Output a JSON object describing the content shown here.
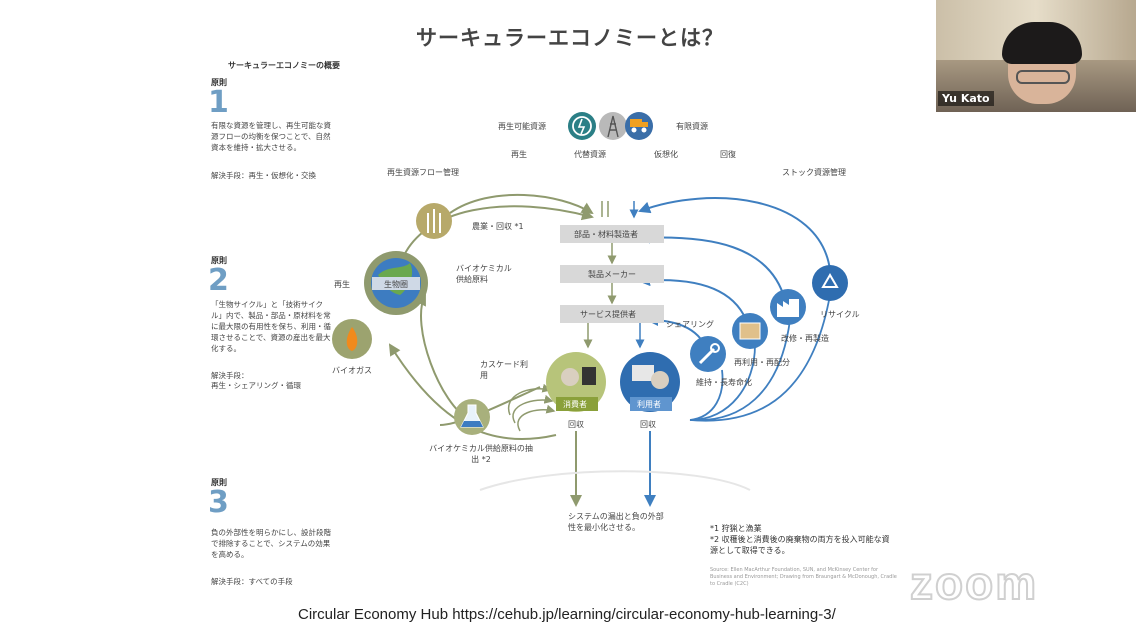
{
  "slide": {
    "title": "サーキュラーエコノミーとは？",
    "footer_caption": "Circular Economy Hub https://cehub.jp/learning/circular-economy-hub-learning-3/"
  },
  "webcam": {
    "participant_name": "Yu Kato"
  },
  "watermark": {
    "text": "zoom"
  },
  "principles": {
    "heading": "サーキュラーエコノミーの概要",
    "items": [
      {
        "label": "原則",
        "number": "1",
        "text": "有限な資源を管理し、再生可能な資源フローの均衡を保つことで、自然資本を維持・拡大させる。",
        "means": "解決手段：再生・仮想化・交換"
      },
      {
        "label": "原則",
        "number": "2",
        "text": "「生物サイクル」と「技術サイクル」内で、製品・部品・原材料を常に最大限の有用性を保ち、利用・循環させることで、資源の産出を最大化する。",
        "means_label": "解決手段：",
        "means": "再生・シェアリング・循環"
      },
      {
        "label": "原則",
        "number": "3",
        "text": "負の外部性を明らかにし、設計段階で排除することで、システムの効果を高める。",
        "means": "解決手段：すべての手段"
      }
    ]
  },
  "diagram": {
    "top": {
      "renewable": "再生可能資源",
      "finite": "有限資源",
      "actions": [
        "再生",
        "代替資源",
        "仮想化",
        "回復"
      ]
    },
    "sides": {
      "left": "再生資源フロー管理",
      "right": "ストック資源管理"
    },
    "chain": [
      "部品・材料製造者",
      "製品メーカー",
      "サービス提供者"
    ],
    "consumer": "消費者",
    "user": "利用者",
    "collect": "回収",
    "biosphere": "生物圏",
    "bio_labels": {
      "farming": "農業・回収 *1",
      "feedstock": "バイオケミカル供給原料",
      "regenerate": "再生",
      "biogas": "バイオガス",
      "cascade": "カスケード利用",
      "extraction": "バイオケミカル供給原料の抽出 *2"
    },
    "tech_labels": {
      "sharing": "シェアリング",
      "maintain": "維持・長寿命化",
      "reuse": "再利用・再配分",
      "refurbish": "改修・再製造",
      "recycle": "リサイクル"
    },
    "leakage": "システムの漏出と負の外部性を最小化させる。"
  },
  "notes": {
    "lines": [
      "*1 狩猟と漁業",
      "*2 収穫後と消費後の廃棄物の両方を投入可能な資源として取得できる。"
    ],
    "source": "Source: Ellen MacArthur Foundation, SUN, and McKinsey Center for Business and Environment; Drawing from Braungart & McDonough, Cradle to Cradle (C2C)"
  },
  "colors": {
    "bio_green": "#8f9a6e",
    "tech_blue": "#3f7fc0",
    "accent_number": "#6f9ec4",
    "webcam_name_bg": "#000000"
  }
}
